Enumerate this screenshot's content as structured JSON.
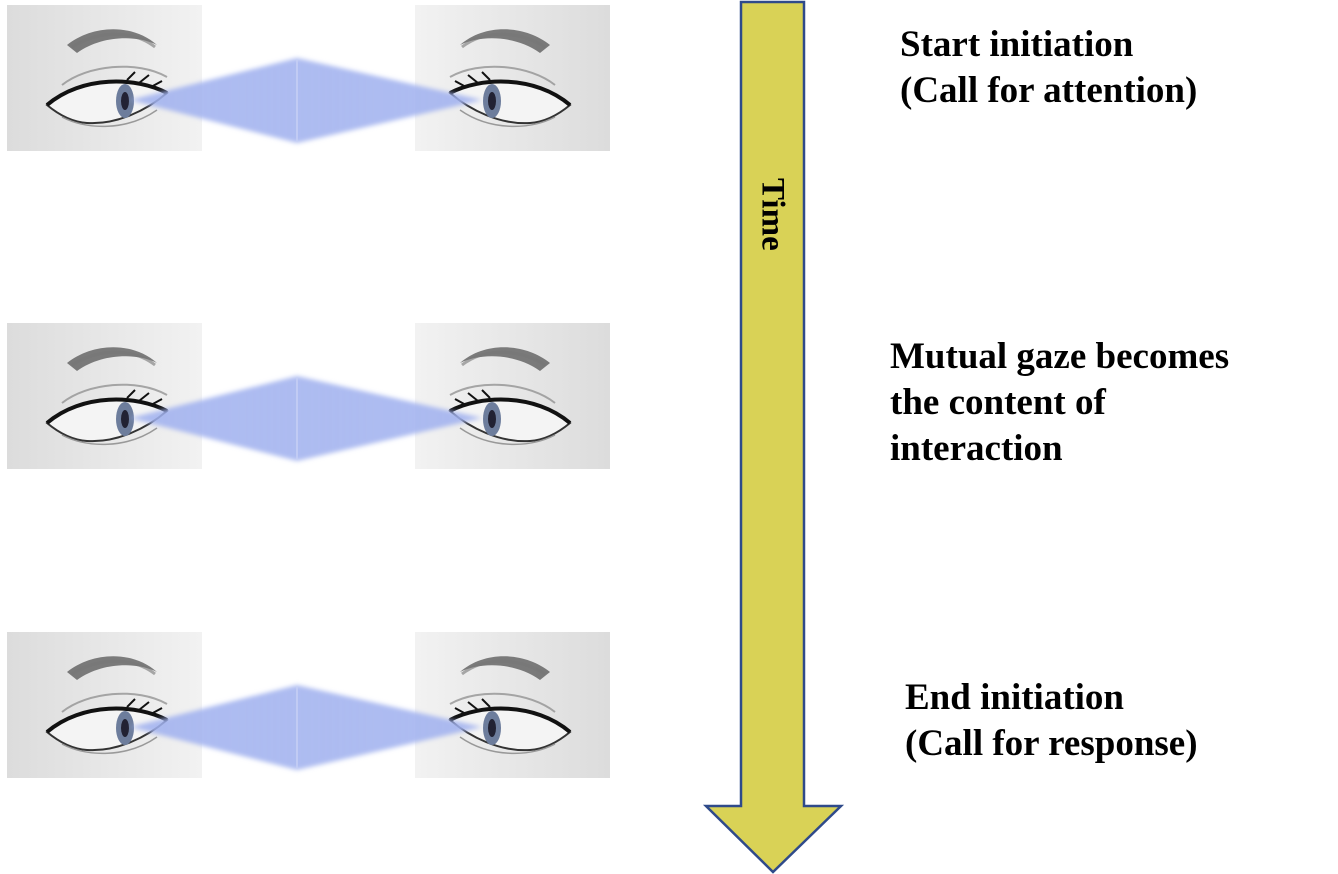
{
  "timeline": {
    "label": "Time",
    "fill_color": "#d9d256",
    "stroke_color": "#2f4a8a"
  },
  "gaze_colors": {
    "beam": "#8fa2ea",
    "panel_bg": "#e8e8e8"
  },
  "stages": [
    {
      "label": "Start initiation\n(Call for attention)"
    },
    {
      "label": "Mutual gaze becomes\nthe content of\ninteraction"
    },
    {
      "label": "End initiation\n(Call for response)"
    }
  ]
}
